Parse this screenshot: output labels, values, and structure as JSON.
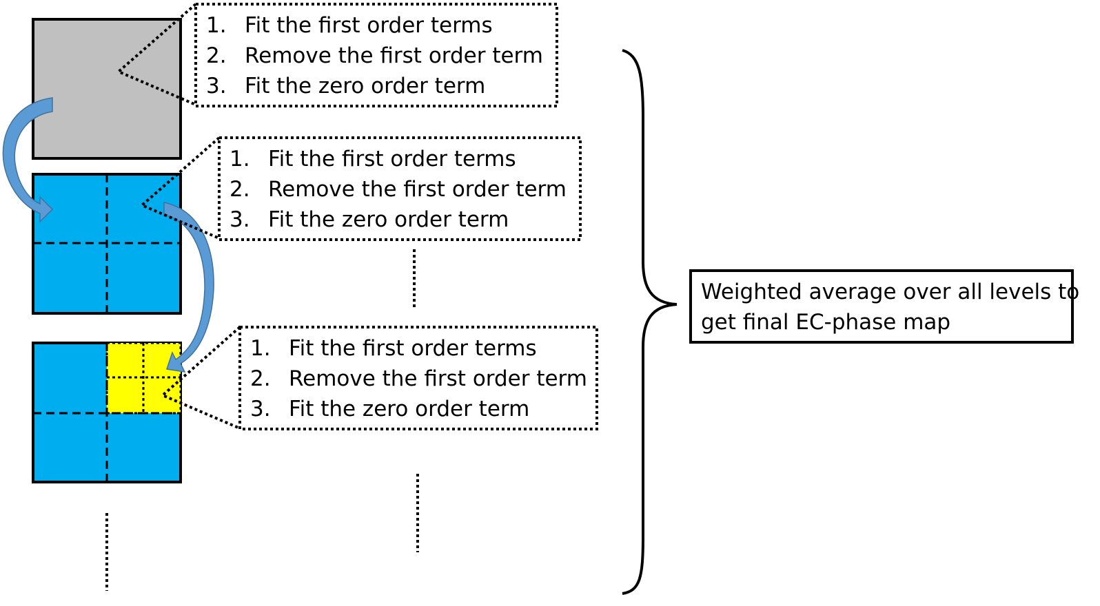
{
  "colors": {
    "level0_fill": "#c0c0c0",
    "level_fill": "#00aeef",
    "subdivided_fill": "#ffff00",
    "arrow_fill": "#5b9bd5",
    "stroke": "#000000"
  },
  "levels": [
    {
      "steps": [
        {
          "num": "1.",
          "text": "Fit the first order terms"
        },
        {
          "num": "2.",
          "text": "Remove the first order term"
        },
        {
          "num": "3.",
          "text": "Fit the zero order term"
        }
      ]
    },
    {
      "steps": [
        {
          "num": "1.",
          "text": "Fit the first order terms"
        },
        {
          "num": "2.",
          "text": "Remove the first order term"
        },
        {
          "num": "3.",
          "text": "Fit the zero order term"
        }
      ]
    },
    {
      "steps": [
        {
          "num": "1.",
          "text": "Fit the first order terms"
        },
        {
          "num": "2.",
          "text": "Remove the first order term"
        },
        {
          "num": "3.",
          "text": "Fit the zero order term"
        }
      ]
    }
  ],
  "result": {
    "line1": "Weighted average over all levels to",
    "line2": "get final EC-phase map"
  }
}
